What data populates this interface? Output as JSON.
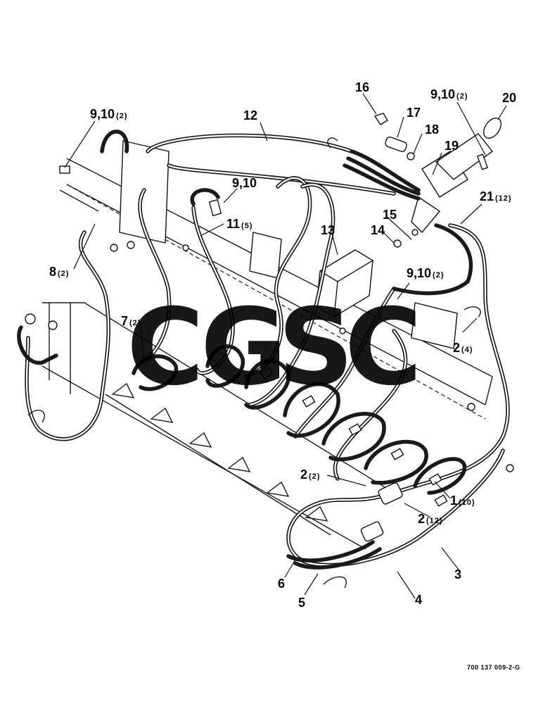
{
  "callouts": {
    "c1": {
      "num": "1",
      "qty": "(10)"
    },
    "c2a": {
      "num": "2",
      "qty": "(4)"
    },
    "c2b": {
      "num": "2",
      "qty": "(2)"
    },
    "c2c": {
      "num": "2",
      "qty": "(12)"
    },
    "c3": {
      "num": "3"
    },
    "c4": {
      "num": "4"
    },
    "c5": {
      "num": "5"
    },
    "c6": {
      "num": "6"
    },
    "c7": {
      "num": "7",
      "qty": "(2)"
    },
    "c8": {
      "num": "8",
      "qty": "(2)"
    },
    "c910a": {
      "num": "9,10",
      "qty": "(2)"
    },
    "c910b": {
      "num": "9,10"
    },
    "c910c": {
      "num": "9,10",
      "qty": "(2)"
    },
    "c910d": {
      "num": "9,10",
      "qty": "(2)"
    },
    "c11": {
      "num": "11",
      "qty": "(5)"
    },
    "c12": {
      "num": "12"
    },
    "c13": {
      "num": "13"
    },
    "c14": {
      "num": "14"
    },
    "c15": {
      "num": "15"
    },
    "c16": {
      "num": "16"
    },
    "c17": {
      "num": "17"
    },
    "c18": {
      "num": "18"
    },
    "c19": {
      "num": "19"
    },
    "c20": {
      "num": "20"
    },
    "c21": {
      "num": "21",
      "qty": "(12)"
    }
  },
  "watermark": {
    "letters": [
      "C",
      "G",
      "S",
      "C"
    ],
    "colors": [
      "#4f8ff0",
      "#ea6f66",
      "#f6cf3f",
      "#3fa36e"
    ]
  },
  "drawing_ref": "700 137 009-2-G"
}
